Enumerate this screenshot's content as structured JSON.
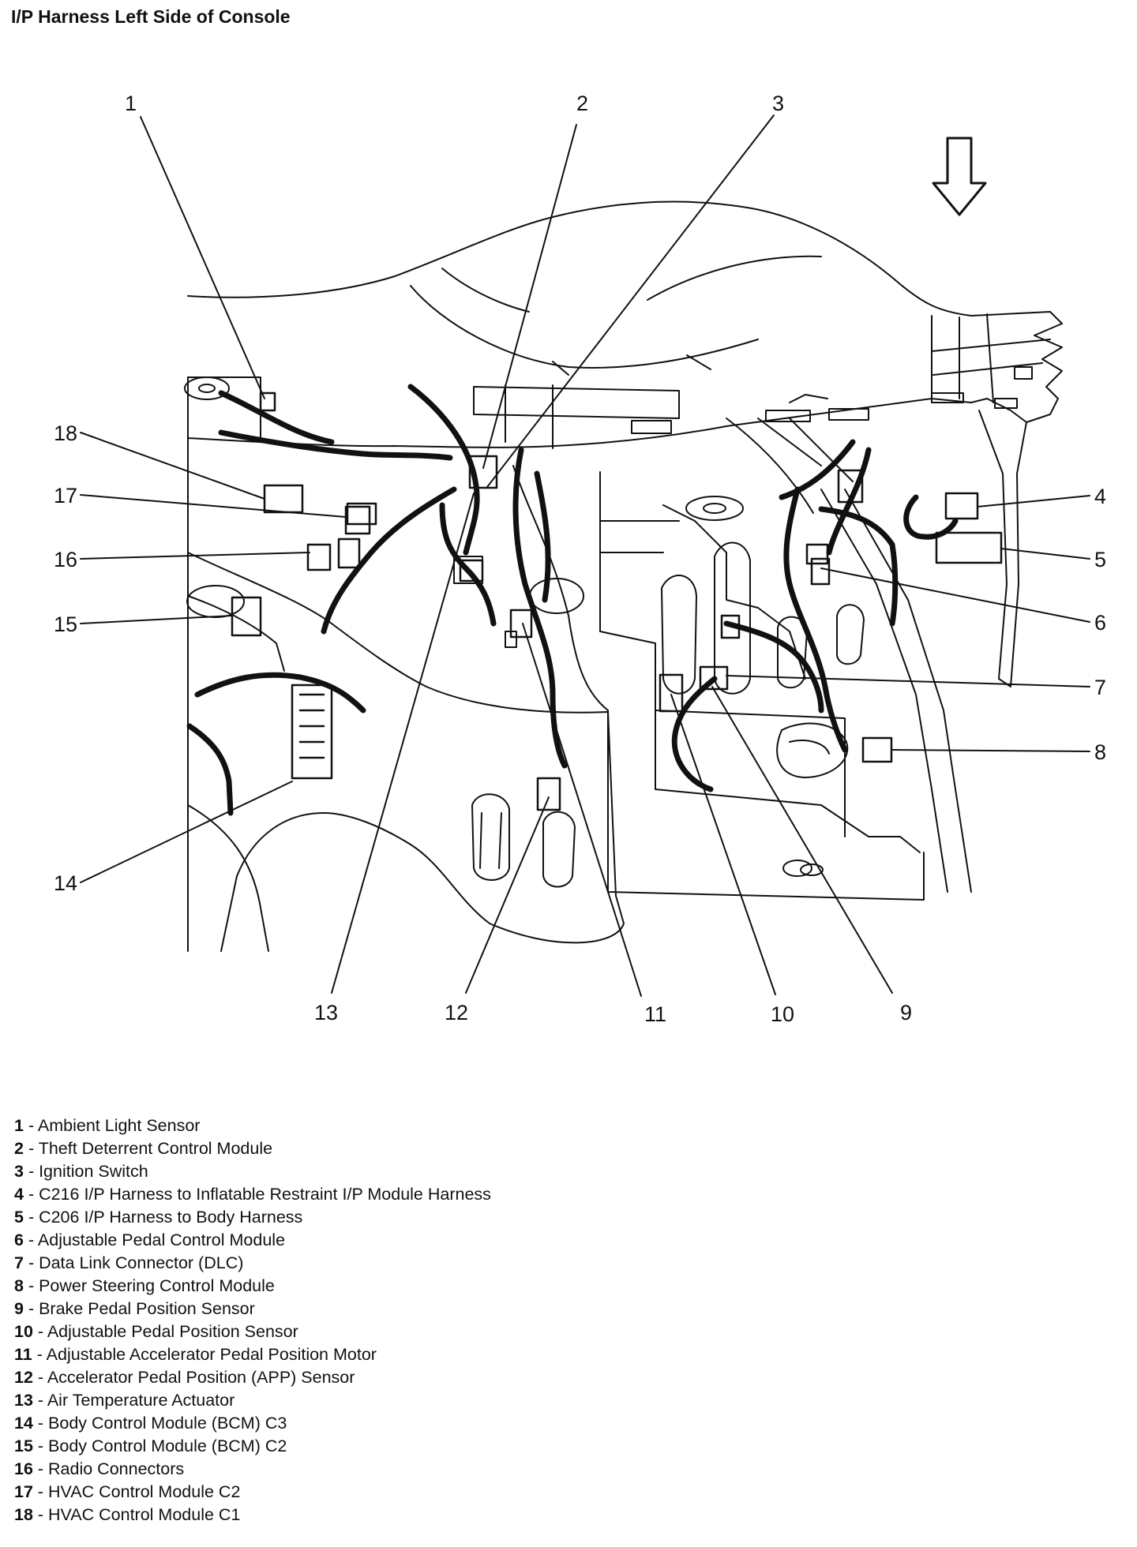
{
  "title": "I/P Harness Left Side of Console",
  "callouts": [
    "1",
    "2",
    "3",
    "4",
    "5",
    "6",
    "7",
    "8",
    "9",
    "10",
    "11",
    "12",
    "13",
    "14",
    "15",
    "16",
    "17",
    "18"
  ],
  "legend": [
    {
      "number": "1",
      "label": "Ambient Light Sensor"
    },
    {
      "number": "2",
      "label": "Theft Deterrent Control Module"
    },
    {
      "number": "3",
      "label": "Ignition Switch"
    },
    {
      "number": "4",
      "label": "C216 I/P Harness to Inflatable Restraint I/P Module Harness"
    },
    {
      "number": "5",
      "label": "C206 I/P Harness to Body Harness"
    },
    {
      "number": "6",
      "label": "Adjustable Pedal Control Module"
    },
    {
      "number": "7",
      "label": "Data Link Connector (DLC)"
    },
    {
      "number": "8",
      "label": "Power Steering Control Module"
    },
    {
      "number": "9",
      "label": "Brake Pedal Position Sensor"
    },
    {
      "number": "10",
      "label": "Adjustable Pedal Position Sensor"
    },
    {
      "number": "11",
      "label": "Adjustable Accelerator Pedal Position Motor"
    },
    {
      "number": "12",
      "label": "Accelerator Pedal Position (APP) Sensor"
    },
    {
      "number": "13",
      "label": "Air Temperature Actuator"
    },
    {
      "number": "14",
      "label": "Body Control Module (BCM) C3"
    },
    {
      "number": "15",
      "label": "Body Control Module (BCM) C2"
    },
    {
      "number": "16",
      "label": "Radio Connectors"
    },
    {
      "number": "17",
      "label": "HVAC Control Module C2"
    },
    {
      "number": "18",
      "label": "HVAC Control Module C1"
    }
  ]
}
